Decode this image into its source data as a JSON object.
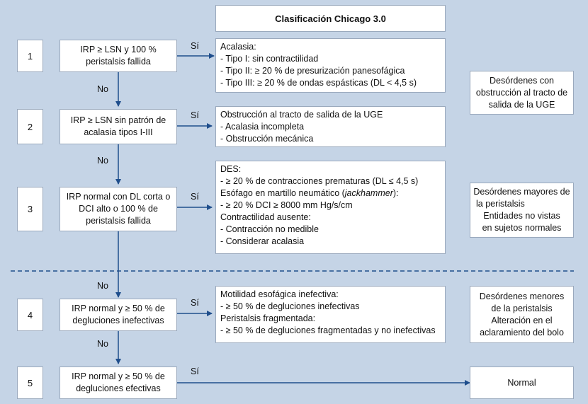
{
  "title": "Clasificación Chicago 3.0",
  "yes_label": "Sí",
  "no_label": "No",
  "steps": [
    {
      "number": "1",
      "criterion": "IRP ≥ LSN y 100 % peristalsis fallida"
    },
    {
      "number": "2",
      "criterion": "IRP ≥ LSN sin patrón de acalasia tipos I-III"
    },
    {
      "number": "3",
      "criterion": "IRP normal con DL corta o DCI alto o 100 % de peristalsis fallida"
    },
    {
      "number": "4",
      "criterion": "IRP normal y ≥ 50 % de degluciones inefectivas"
    },
    {
      "number": "5",
      "criterion": "IRP normal y ≥ 50 % de degluciones efectivas"
    }
  ],
  "results": {
    "r1": [
      "Acalasia:",
      "- Tipo I: sin contractilidad",
      "- Tipo II: ≥ 20 % de presurización panesofágica",
      "- Tipo III: ≥ 20 % de ondas espásticas (DL < 4,5 s)"
    ],
    "r2": [
      "Obstrucción al tracto de salida de la UGE",
      "- Acalasia incompleta",
      "- Obstrucción mecánica"
    ],
    "r3": {
      "l1": "DES:",
      "l2": "- ≥ 20 % de contracciones prematuras (DL ≤ 4,5 s)",
      "l3_pre": "Esófago en martillo neumático (",
      "l3_em": "jackhammer",
      "l3_post": "):",
      "l4": "- ≥ 20 % DCI ≥ 8000 mm Hg/s/cm",
      "l5": "Contractilidad ausente:",
      "l6": "- Contracción no medible",
      "l7": "- Considerar acalasia"
    },
    "r4": [
      "Motilidad esofágica inefectiva:",
      "- ≥ 50 % de degluciones inefectivas",
      "Peristalsis fragmentada:",
      "- ≥ 50 % de degluciones fragmentadas y no inefectivas"
    ],
    "r5": "Normal"
  },
  "categories": {
    "c1": [
      "Desórdenes con",
      "obstrucción al tracto de",
      "salida de la UGE"
    ],
    "c2": [
      "Desórdenes mayores de",
      "la peristalsis",
      "Entidades no vistas",
      "en sujetos normales"
    ],
    "c3": [
      "Desórdenes menores",
      "de la peristalsis",
      "Alteración en el",
      "aclaramiento del bolo"
    ]
  },
  "colors": {
    "background": "#c5d4e6",
    "arrow": "#1f4e8c",
    "dash": "#1f4e8c"
  }
}
